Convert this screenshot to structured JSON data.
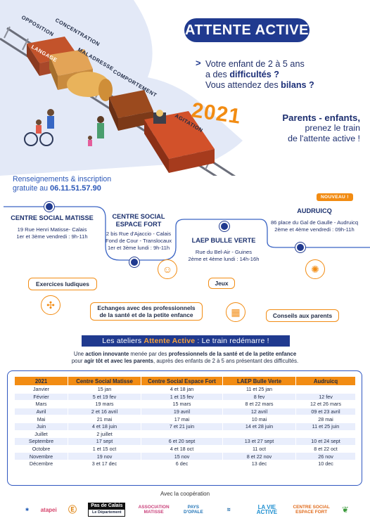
{
  "title": "ATTENTE ACTIVE",
  "lead": {
    "line1": "Votre enfant de 2 à 5 ans",
    "line2_pre": "a des ",
    "line2_bold": "difficultés ?",
    "line3_pre": "Vous attendez des ",
    "line3_bold": "bilans ?"
  },
  "year": "2021",
  "train_labels": [
    "OPPOSITION",
    "CONCENTRATION",
    "LANGAGE",
    "MALADRESSE",
    "COMPORTEMENT",
    "AGITATION"
  ],
  "slogan": {
    "line1": "Parents - enfants,",
    "line2": "prenez le train",
    "line3": "de l'attente active !"
  },
  "contact": {
    "line1": "Renseignements & inscription",
    "line2_pre": "gratuite au ",
    "phone": "06.11.51.57.90"
  },
  "locations": [
    {
      "name": "CENTRE SOCIAL MATISSE",
      "address": "19 Rue Henri Matisse- Calais",
      "schedule": "1er et 3ème vendredi : 9h-11h"
    },
    {
      "name_l1": "CENTRE SOCIAL",
      "name_l2": "ESPACE FORT",
      "address_l1": "2 bis Rue d'Ajaccio - Calais",
      "address_l2": "Fond de Cour - Translocaux",
      "schedule": "1er et 3ème lundi : 9h-11h"
    },
    {
      "name": "LAEP BULLE VERTE",
      "address": "Rue du Bel-Air - Guines",
      "schedule": "2ème et 4ème lundi : 14h-16h"
    },
    {
      "name": "AUDRUICQ",
      "address": "86 place du Gal de Gaulle - Audruicq",
      "schedule": "2ème et 4ème vendredi : 09h-11h",
      "badge": "NOUVEAU !"
    }
  ],
  "activities": [
    "Exercices ludiques",
    "Jeux",
    "Echanges avec des professionnels de la santé et de la petite enfance",
    "Conseils aux parents"
  ],
  "banner": {
    "pre": "Les ateliers",
    "highlight": "Attente Active",
    "post": ": Le train redémarre !"
  },
  "intro": {
    "l1_a": "Une ",
    "l1_b": "action innovante",
    "l1_c": " menée par des ",
    "l1_d": "professionnels de la santé et de la petite enfance",
    "l2_a": "pour ",
    "l2_b": "agir tôt et avec les parents",
    ", ": "",
    "l2_c": ", auprès des enfants de 2 à 5 ans présentant des difficultés."
  },
  "table": {
    "headers": [
      "2021",
      "Centre Social Matisse",
      "Centre Social Espace Fort",
      "LAEP Bulle Verte",
      "Audruicq"
    ],
    "rows": [
      [
        "Janvier",
        "15 jan",
        "4 et 18 jan",
        "11 et 25 jan",
        ""
      ],
      [
        "Février",
        "5 et 19 fev",
        "1 et 15 fev",
        "8 fev",
        "12 fev"
      ],
      [
        "Mars",
        "19 mars",
        "15 mars",
        "8 et 22 mars",
        "12 et 26 mars"
      ],
      [
        "Avril",
        "2 et 16 avril",
        "19 avril",
        "12 avril",
        "09 et 23 avril"
      ],
      [
        "Mai",
        "21 mai",
        "17 mai",
        "10 mai",
        "28 mai"
      ],
      [
        "Juin",
        "4 et 18 juin",
        "7 et 21 juin",
        "14 et 28 juin",
        "11 et 25 juin"
      ],
      [
        "Juillet",
        "2 juillet",
        "",
        "",
        ""
      ],
      [
        "Septembre",
        "17 sept",
        "6 et 20 sept",
        "13 et 27 sept",
        "10 et 24 sept"
      ],
      [
        "Octobre",
        "1 et 15 oct",
        "4 et 18 oct",
        "11 oct",
        "8 et 22 oct"
      ],
      [
        "Novembre",
        "19 nov",
        "15 nov",
        "8 et 22 nov",
        "26 nov"
      ],
      [
        "Décembre",
        "3 et 17 dec",
        "6 dec",
        "13 dec",
        "10 dec"
      ]
    ]
  },
  "coop": "Avec la coopération",
  "logos": [
    "atapei",
    "Pas de Calais",
    "Le Département",
    "ASSOCIATION MATISSE",
    "PAYS D'OPALE",
    "LA VIE ACTIVE",
    "CENTRE SOCIAL ESPACE FORT"
  ],
  "colors": {
    "navy": "#203a8f",
    "orange": "#f28c13",
    "light_row": "#e9eefc"
  }
}
